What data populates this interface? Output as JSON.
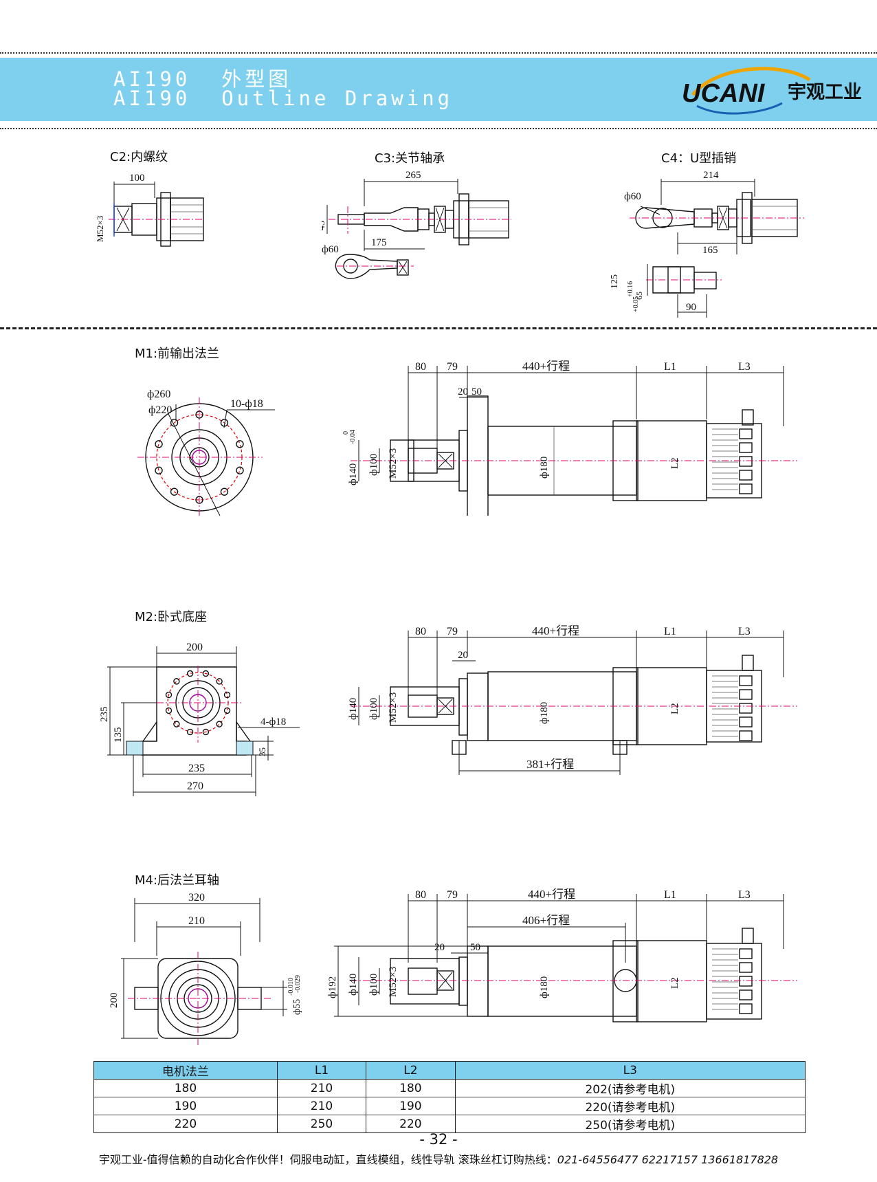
{
  "header": {
    "title_cn": "AI190  外型图",
    "title_en": "AI190  Outline Drawing",
    "logo_text": "UCANI",
    "company": "宇观工业"
  },
  "sections": {
    "c2": {
      "caption": "C2:内螺纹",
      "dims": {
        "len": "100",
        "thread": "M52×3"
      }
    },
    "c3": {
      "caption": "C3:关节轴承",
      "dims": {
        "len1": "265",
        "h": "45",
        "dia": "ф60",
        "len2": "175"
      }
    },
    "c4": {
      "caption": "C4：U型插销",
      "dims": {
        "len1": "214",
        "dia": "ф60",
        "len2": "165",
        "h": "125",
        "fit": "65",
        "tol_up": "+0.16",
        "tol_lo": "+0.05",
        "w": "90"
      }
    },
    "m1": {
      "caption": "M1:前输出法兰",
      "front": {
        "d1": "ф260",
        "d2": "ф220",
        "holes": "10-ф18"
      },
      "side": {
        "a": "80",
        "b": "79",
        "stroke": "440+行程",
        "l1": "L1",
        "l3": "L3",
        "c": "20",
        "e": "50",
        "d140": "ф140",
        "tol_up": "0",
        "tol_lo": "-0.04",
        "d100": "ф100",
        "thread": "M52×3",
        "d180": "ф180",
        "l2": "L2"
      }
    },
    "m2": {
      "caption": "M2:卧式底座",
      "front": {
        "w200": "200",
        "h235": "235",
        "h135": "135",
        "holes": "4-ф18",
        "h35": "35",
        "w235": "235",
        "w270": "270"
      },
      "side": {
        "a": "80",
        "b": "79",
        "stroke": "440+行程",
        "l1": "L1",
        "l3": "L3",
        "c": "20",
        "d140": "ф140",
        "d100": "ф100",
        "thread": "M52×3",
        "d180": "ф180",
        "l2": "L2",
        "base": "381+行程"
      }
    },
    "m4": {
      "caption": "M4:后法兰耳轴",
      "front": {
        "w320": "320",
        "w210": "210",
        "h200": "200",
        "pin": "ф55",
        "tol_up": "-0.010",
        "tol_lo": "-0.029"
      },
      "side": {
        "a": "80",
        "b": "79",
        "stroke": "440+行程",
        "l1": "L1",
        "l3": "L3",
        "pivot": "406+行程",
        "c": "20",
        "e": "50",
        "d192": "ф192",
        "d140": "ф140",
        "d100": "ф100",
        "thread": "M52×3",
        "d180": "ф180",
        "l2": "L2"
      }
    }
  },
  "table": {
    "headers": [
      "电机法兰",
      "L1",
      "L2",
      "L3"
    ],
    "rows": [
      [
        "180",
        "210",
        "180",
        "202(请参考电机)"
      ],
      [
        "190",
        "210",
        "190",
        "220(请参考电机)"
      ],
      [
        "220",
        "250",
        "220",
        "250(请参考电机)"
      ]
    ]
  },
  "footer": {
    "page_number": "- 32 -",
    "text": "宇观工业-值得信赖的自动化合作伙伴！伺服电动缸，直线模组，线性导轨 滚珠丝杠订购热线：",
    "hotline": "021-64556477  62217157 13661817828"
  },
  "colors": {
    "banner": "#7fd0ee",
    "centerline": "#e6006e",
    "bolt_circle": "#e00000",
    "logo_blue": "#1b5fb0"
  }
}
